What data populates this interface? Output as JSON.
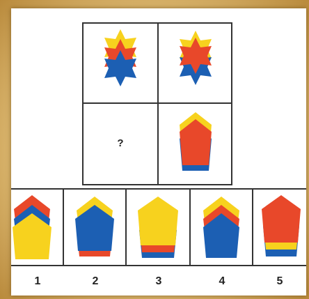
{
  "puzzle": {
    "question_mark": "?",
    "answer_numbers": [
      "1",
      "2",
      "3",
      "4",
      "5"
    ]
  },
  "colors": {
    "red": "#e8482a",
    "blue": "#1c5fb3",
    "yellow": "#f7d21e",
    "border": "#333333"
  },
  "cells": [
    {
      "shape": "star",
      "layers": [
        "yellow",
        "red",
        "blue"
      ]
    },
    {
      "shape": "star",
      "layers": [
        "yellow",
        "blue",
        "red"
      ]
    },
    {
      "shape": "missing"
    },
    {
      "shape": "pentagon",
      "layers": [
        "blue",
        "yellow",
        "red"
      ]
    }
  ],
  "options": [
    {
      "shape": "pentagon",
      "layers": [
        "red",
        "blue",
        "yellow"
      ]
    },
    {
      "shape": "pentagon",
      "layers": [
        "yellow",
        "red",
        "blue"
      ]
    },
    {
      "shape": "pentagon",
      "layers": [
        "blue",
        "red",
        "yellow"
      ]
    },
    {
      "shape": "pentagon",
      "layers": [
        "yellow",
        "red",
        "blue"
      ]
    },
    {
      "shape": "pentagon",
      "layers": [
        "blue",
        "yellow",
        "red"
      ]
    }
  ]
}
